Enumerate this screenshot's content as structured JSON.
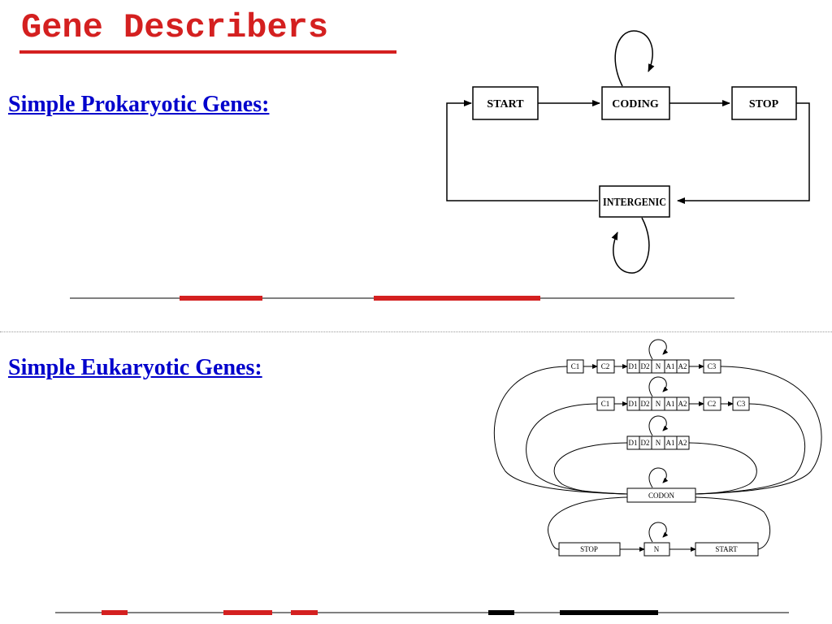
{
  "title": "Gene Describers",
  "colors": {
    "title": "#d42020",
    "heading": "#0000cc",
    "exon": "#d42020",
    "exon_dark": "#000000"
  },
  "sections": {
    "prokaryotic": {
      "heading": "Simple Prokaryotic Genes:",
      "states": {
        "start": "START",
        "coding": "CODING",
        "stop": "STOP",
        "intergenic": "INTERGENIC"
      }
    },
    "eukaryotic": {
      "heading": "Simple Eukaryotic Genes:",
      "states": {
        "c1": "C1",
        "c2": "C2",
        "c3": "C3",
        "d1": "D1",
        "d2": "D2",
        "n": "N",
        "a1": "A1",
        "a2": "A2",
        "codon": "CODON",
        "stop": "STOP",
        "start": "START"
      }
    }
  }
}
